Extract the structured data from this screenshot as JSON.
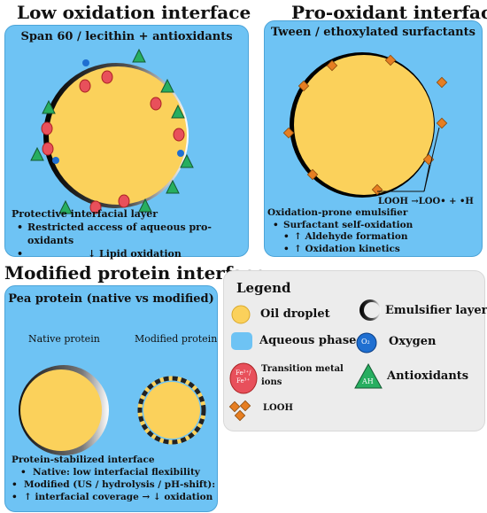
{
  "headings": {
    "low": "Low oxidation interface",
    "pro": "Pro-oxidant interface",
    "modified": "Modified protein interface"
  },
  "panel_low": {
    "title": "Span 60 / lecithin + antioxidants",
    "note_title": "Protective interfacial layer",
    "bullets": [
      "Restricted access of aqueous pro-oxidants",
      "↓ Lipid oxidation"
    ]
  },
  "panel_pro": {
    "title": "Tween / ethoxylated surfactants",
    "reaction": "LOOH →LOO• + •H",
    "note_title": "Oxidation-prone emulsifier",
    "bullets": [
      "Surfactant self-oxidation",
      "↑ Aldehyde formation",
      "↑ Oxidation kinetics"
    ]
  },
  "panel_mod": {
    "title": "Pea protein (native vs modified)",
    "native_label": "Native protein",
    "modified_label": "Modified protein",
    "note_title": "Protein-stabilized interface",
    "bullets": [
      "Native: low interfacial flexibility",
      "Modified (US / hydrolysis / pH-shift):",
      "↑ interfacial coverage → ↓ oxidation"
    ]
  },
  "legend": {
    "title": "Legend",
    "oil": "Oil droplet",
    "emulsifier": "Emulsifier layer",
    "aqueous": "Aqueous phase",
    "oxygen": "Oxygen",
    "oxygen_symbol": "O₂",
    "metal_line1": "Transition metal",
    "metal_line2": "ions",
    "metal_symbol_1": "Fe²⁺/",
    "metal_symbol_2": "Fe³⁺",
    "antioxidants": "Antioxidants",
    "antioxidant_symbol": "AH",
    "looh": "LOOH"
  },
  "colors": {
    "aqueous": "#6ec3f4",
    "oil": "#fbd15b",
    "metal": "#e8505b",
    "oxygen": "#1f6fd1",
    "antioxidant": "#27ae60",
    "looh": "#e67e22"
  }
}
